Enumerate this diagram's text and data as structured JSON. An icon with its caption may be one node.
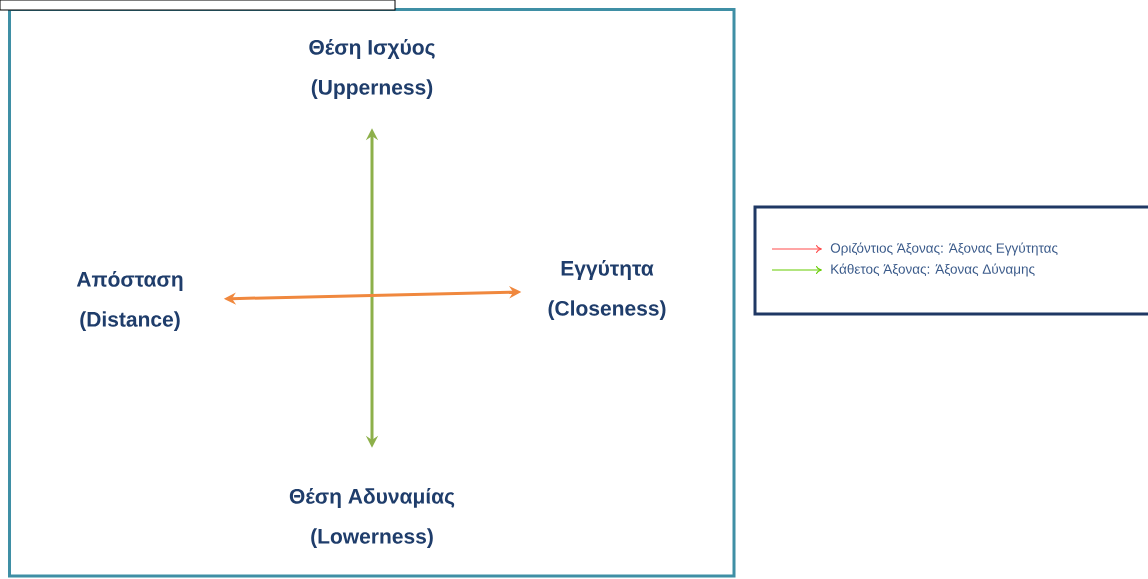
{
  "diagram": {
    "nodes": [
      {
        "text": [
          "Θέση Ισχύος",
          "(Upperness)"
        ]
      },
      {
        "text": [
          "Απόσταση",
          "(Distance)"
        ]
      },
      {
        "text": [
          "Εγγύτητα",
          "(Closeness)"
        ]
      },
      {
        "text": [
          "Θέση Αδυναμίας",
          "(Lowerness)"
        ]
      }
    ],
    "edges": [
      {
        "from": 0,
        "to": 3,
        "arrow": "both",
        "color": "#8db04a"
      },
      {
        "from": 1,
        "to": 2,
        "arrow": "both",
        "color": "#f0883e"
      }
    ],
    "legend": [
      {
        "text": "Οριζόντιος Άξονας: Άξονας Εγγύτητας"
      },
      {
        "text": "Κάθετος Άξονας: Άξονας Δύναμης"
      }
    ]
  }
}
